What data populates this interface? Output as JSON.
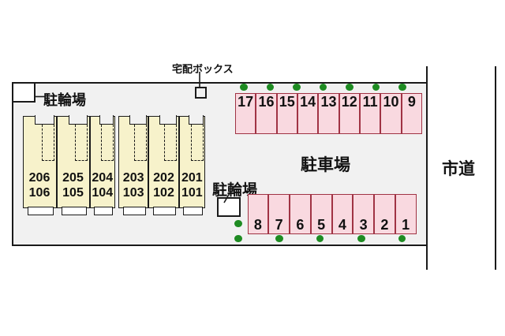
{
  "labels": {
    "road": "市道",
    "parking": "駐車場",
    "delivery_box": "宅配ボックス",
    "bicycle_top": "駐輪場",
    "bicycle_mid": "駐輪場"
  },
  "parking": {
    "top_row": [
      "17",
      "16",
      "15",
      "14",
      "13",
      "12",
      "11",
      "10",
      "9"
    ],
    "bottom_row": [
      "8",
      "7",
      "6",
      "5",
      "4",
      "3",
      "2",
      "1"
    ]
  },
  "building": {
    "blocks": [
      {
        "units": [
          {
            "upper": "206",
            "lower": "106"
          },
          {
            "upper": "205",
            "lower": "105"
          },
          {
            "upper": "204",
            "lower": "104"
          }
        ]
      },
      {
        "units": [
          {
            "upper": "203",
            "lower": "103"
          },
          {
            "upper": "202",
            "lower": "102"
          },
          {
            "upper": "201",
            "lower": "101"
          }
        ]
      }
    ]
  },
  "greenery": {
    "top_count": 7,
    "bottom_count": 6
  },
  "colors": {
    "site_bg": "#f1f1f1",
    "building_fill": "#f7f2cb",
    "stall_fill": "#f9d9e0",
    "stall_border": "#a03344",
    "greenery": "#1e8b22",
    "line": "#1a1a1a"
  }
}
